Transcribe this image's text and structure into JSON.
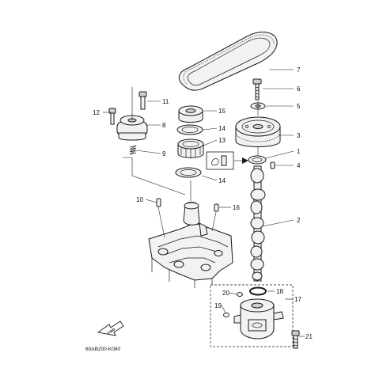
{
  "diagram": {
    "code": "60AB200-K080",
    "fwd_label": "FWD",
    "callouts": [
      {
        "id": "c1",
        "label": "1"
      },
      {
        "id": "c2",
        "label": "2"
      },
      {
        "id": "c3",
        "label": "3"
      },
      {
        "id": "c4",
        "label": "4"
      },
      {
        "id": "c5",
        "label": "5"
      },
      {
        "id": "c6",
        "label": "6"
      },
      {
        "id": "c7",
        "label": "7"
      },
      {
        "id": "c8",
        "label": "8"
      },
      {
        "id": "c9",
        "label": "9"
      },
      {
        "id": "c10",
        "label": "10"
      },
      {
        "id": "c11",
        "label": "11"
      },
      {
        "id": "c12",
        "label": "12"
      },
      {
        "id": "c13",
        "label": "13"
      },
      {
        "id": "c14a",
        "label": "14"
      },
      {
        "id": "c14b",
        "label": "14"
      },
      {
        "id": "c15",
        "label": "15"
      },
      {
        "id": "c16",
        "label": "16"
      },
      {
        "id": "c17",
        "label": "17"
      },
      {
        "id": "c18",
        "label": "18"
      },
      {
        "id": "c19",
        "label": "19"
      },
      {
        "id": "c20",
        "label": "20"
      },
      {
        "id": "c21",
        "label": "21"
      }
    ]
  }
}
